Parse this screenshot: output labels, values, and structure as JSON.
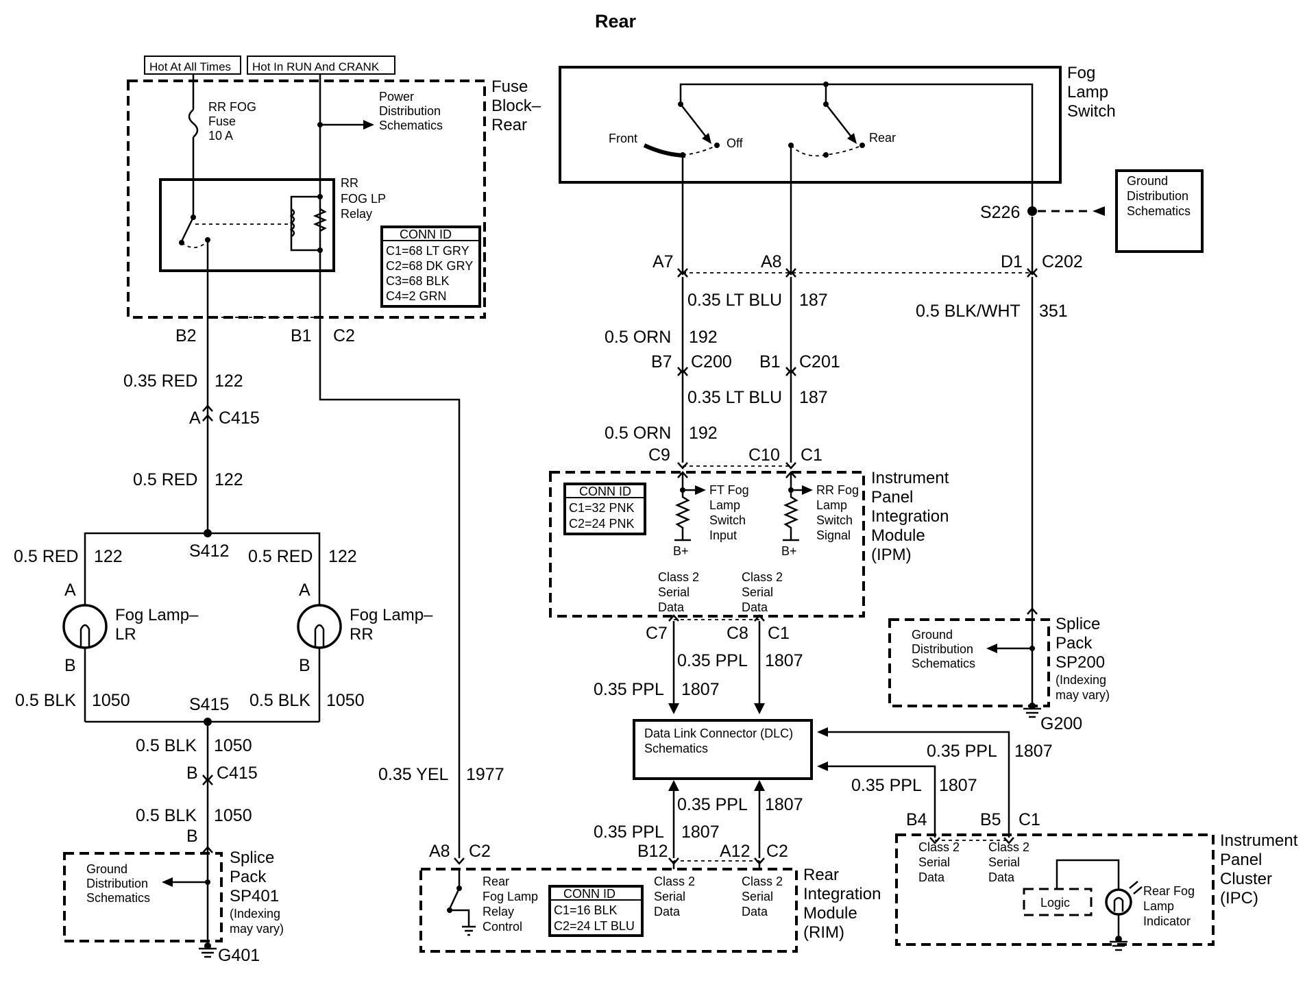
{
  "title": "Rear",
  "supplies": {
    "hot_all_times": "Hot At All Times",
    "hot_run_crank": "Hot In RUN And CRANK"
  },
  "fuse_block": {
    "name": [
      "Fuse",
      "Block–",
      "Rear"
    ],
    "fuse_label": [
      "RR FOG",
      "Fuse",
      "10 A"
    ],
    "power_dist": [
      "Power",
      "Distribution",
      "Schematics"
    ],
    "relay_label": [
      "RR",
      "FOG LP",
      "Relay"
    ],
    "conn_id_title": "CONN ID",
    "conn_ids": [
      "C1=68 LT GRY",
      "C2=68 DK GRY",
      "C3=68 BLK",
      "C4=2 GRN"
    ]
  },
  "left": {
    "pins": {
      "b2": "B2",
      "b1": "B1",
      "c2": "C2"
    },
    "wire_red_035": {
      "color": "0.35 RED",
      "circuit": "122"
    },
    "c415_top": {
      "pin": "A",
      "conn": "C415"
    },
    "wire_red_05": {
      "color": "0.5 RED",
      "circuit": "122"
    },
    "s412": "S412",
    "lr_wire": {
      "color": "0.5 RED",
      "circuit": "122"
    },
    "rr_wire": {
      "color": "0.5 RED",
      "circuit": "122"
    },
    "lamp_pin_a": "A",
    "lamp_pin_b": "B",
    "fog_lamp_lr": [
      "Fog Lamp–",
      "LR"
    ],
    "fog_lamp_rr": [
      "Fog Lamp–",
      "RR"
    ],
    "lr_blk": {
      "color": "0.5 BLK",
      "circuit": "1050"
    },
    "rr_blk": {
      "color": "0.5 BLK",
      "circuit": "1050"
    },
    "s415": "S415",
    "blk_mid": {
      "color": "0.5 BLK",
      "circuit": "1050"
    },
    "c415_bot": {
      "pin": "B",
      "conn": "C415"
    },
    "blk_low": {
      "color": "0.5 BLK",
      "circuit": "1050"
    },
    "sp401_pin": "B",
    "sp401_ground": [
      "Ground",
      "Distribution",
      "Schematics"
    ],
    "sp401_name": [
      "Splice",
      "Pack",
      "SP401"
    ],
    "sp401_note": [
      "(Indexing",
      "may vary)"
    ],
    "g401": "G401",
    "yel_wire": {
      "color": "0.35 YEL",
      "circuit": "1977"
    }
  },
  "rim": {
    "pin_a8": "A8",
    "conn_c2": "C2",
    "relay_control": [
      "Rear",
      "Fog Lamp",
      "Relay",
      "Control"
    ],
    "conn_id_title": "CONN ID",
    "conn_ids": [
      "C1=16 BLK",
      "C2=24 LT BLU"
    ],
    "class2_left": [
      "Class 2",
      "Serial",
      "Data"
    ],
    "class2_right": [
      "Class 2",
      "Serial",
      "Data"
    ],
    "name": [
      "Rear",
      "Integration",
      "Module",
      "(RIM)"
    ],
    "pin_b12": "B12",
    "pin_a12": "A12",
    "pin_c2": "C2",
    "ppl_left": {
      "color": "0.35 PPL",
      "circuit": "1807"
    },
    "ppl_right": {
      "color": "0.35 PPL",
      "circuit": "1807"
    }
  },
  "switch": {
    "name": [
      "Fog",
      "Lamp",
      "Switch"
    ],
    "front": "Front",
    "off": "Off",
    "rear": "Rear",
    "s226": "S226",
    "ground_dist": [
      "Ground",
      "Distribution",
      "Schematics"
    ],
    "pin_a7": "A7",
    "pin_a8": "A8",
    "pin_d1": "D1",
    "conn_c202": "C202",
    "blu_top": {
      "color": "0.35 LT BLU",
      "circuit": "187"
    },
    "blk_wht": {
      "color": "0.5 BLK/WHT",
      "circuit": "351"
    },
    "orn_top": {
      "color": "0.5 ORN",
      "circuit": "192"
    },
    "pin_b7": "B7",
    "conn_c200": "C200",
    "pin_b1": "B1",
    "conn_c201": "C201",
    "blu_mid": {
      "color": "0.35 LT BLU",
      "circuit": "187"
    },
    "orn_mid": {
      "color": "0.5 ORN",
      "circuit": "192"
    }
  },
  "ipm": {
    "pin_c9": "C9",
    "pin_c10": "C10",
    "conn_c1": "C1",
    "conn_id_title": "CONN ID",
    "conn_ids": [
      "C1=32 PNK",
      "C2=24 PNK"
    ],
    "ft_input": [
      "FT Fog",
      "Lamp",
      "Switch",
      "Input"
    ],
    "rr_signal": [
      "RR Fog",
      "Lamp",
      "Switch",
      "Signal"
    ],
    "b_plus": "B+",
    "class2_left": [
      "Class 2",
      "Serial",
      "Data"
    ],
    "class2_right": [
      "Class 2",
      "Serial",
      "Data"
    ],
    "name": [
      "Instrument",
      "Panel",
      "Integration",
      "Module",
      "(IPM)"
    ],
    "pin_c7": "C7",
    "pin_c8": "C8",
    "conn_c1_bottom": "C1",
    "ppl_mid": {
      "color": "0.35 PPL",
      "circuit": "1807"
    },
    "ppl_left": {
      "color": "0.35 PPL",
      "circuit": "1807"
    }
  },
  "sp200": {
    "ground": [
      "Ground",
      "Distribution",
      "Schematics"
    ],
    "name": [
      "Splice",
      "Pack",
      "SP200"
    ],
    "note": [
      "(Indexing",
      "may vary)"
    ],
    "g200": "G200"
  },
  "dlc": {
    "label": [
      "Data Link Connector (DLC)",
      "Schematics"
    ]
  },
  "ipc": {
    "ppl_top": {
      "color": "0.35 PPL",
      "circuit": "1807"
    },
    "ppl_bottom": {
      "color": "0.35 PPL",
      "circuit": "1807"
    },
    "pin_b4": "B4",
    "pin_b5": "B5",
    "conn_c1": "C1",
    "class2_left": [
      "Class 2",
      "Serial",
      "Data"
    ],
    "class2_right": [
      "Class 2",
      "Serial",
      "Data"
    ],
    "logic": "Logic",
    "indicator": [
      "Rear Fog",
      "Lamp",
      "Indicator"
    ],
    "name": [
      "Instrument",
      "Panel",
      "Cluster",
      "(IPC)"
    ]
  }
}
